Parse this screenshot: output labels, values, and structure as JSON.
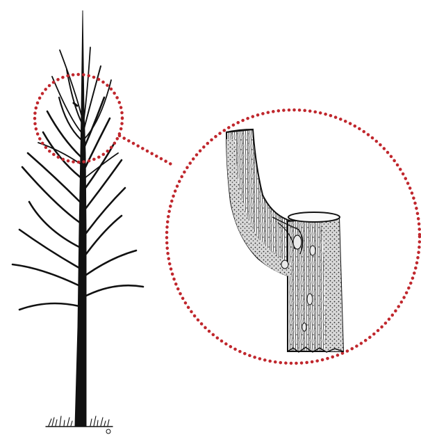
{
  "illustration": {
    "ink_color": "#111111",
    "callout_color": "#c0272d",
    "background": "#ffffff",
    "callout_style": "dotted",
    "parts": [
      "tree-trunk",
      "tree-branches",
      "grass-tuft",
      "detail-circle",
      "callout-circle",
      "callout-connector",
      "branch-closeup"
    ]
  }
}
